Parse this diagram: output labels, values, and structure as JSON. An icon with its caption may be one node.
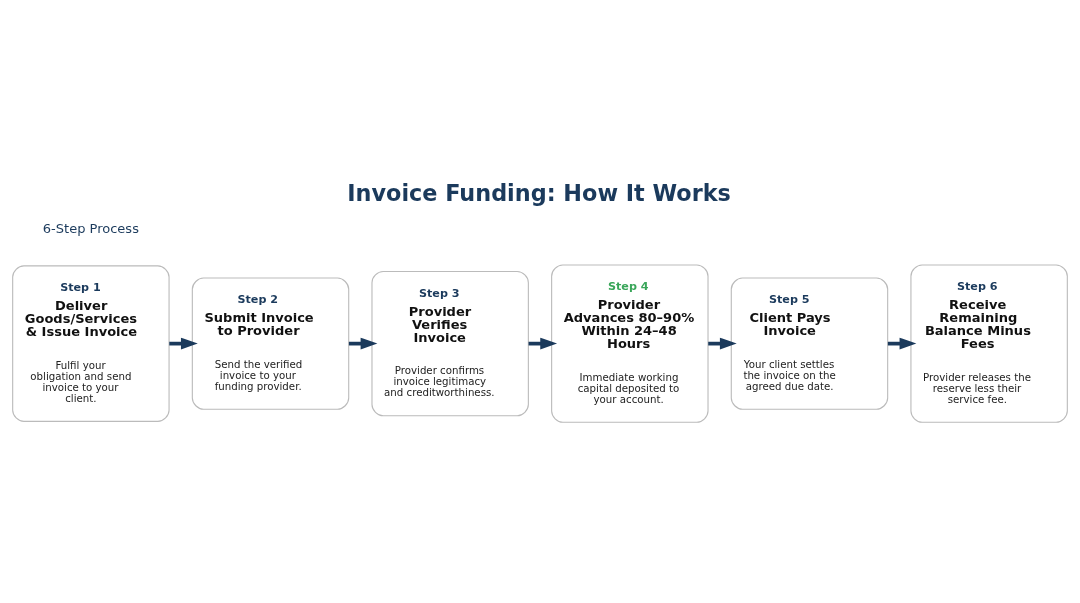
{
  "diagram": {
    "title": "Invoice Funding: How It Works",
    "nodes": [
      {
        "text": [
          "Step 1",
          "Deliver Goods/Services & Issue Invoice",
          "Fulfil your obligation and send invoice to your client."
        ]
      },
      {
        "text": [
          "Step 2",
          "Submit Invoice to Provider",
          "Send the verified invoice to your funding provider."
        ]
      },
      {
        "text": [
          "Step 3",
          "Provider Verifies Invoice",
          "Provider confirms invoice legitimacy and creditworthiness."
        ]
      },
      {
        "text": [
          "Step 4",
          "Provider Advances 80–90% Within 24–48 Hours",
          "Immediate working capital deposited to your account."
        ]
      },
      {
        "text": [
          "Step 5",
          "Client Pays Invoice",
          "Your client settles the invoice on the agreed due date."
        ]
      },
      {
        "text": [
          "Step 6",
          "Receive Remaining Balance Minus Fees",
          "Provider releases the reserve less their service fee."
        ]
      }
    ],
    "edges": [
      {
        "from": 0,
        "to": 1,
        "arrow": "to"
      },
      {
        "from": 1,
        "to": 2,
        "arrow": "to"
      },
      {
        "from": 2,
        "to": 3,
        "arrow": "to"
      },
      {
        "from": 3,
        "to": 4,
        "arrow": "to"
      },
      {
        "from": 4,
        "to": 5,
        "arrow": "to"
      }
    ],
    "labels": [
      "6-Step Process"
    ]
  }
}
